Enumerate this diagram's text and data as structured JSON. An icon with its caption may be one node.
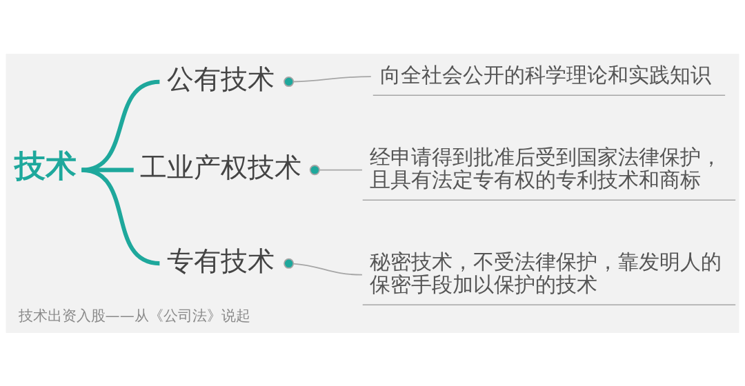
{
  "diagram": {
    "caption": "技术出资入股——从《公司法》说起",
    "nodes": [
      {
        "text": [
          "技术"
        ]
      },
      {
        "text": [
          "公有技术"
        ]
      },
      {
        "text": [
          "工业产权技术"
        ]
      },
      {
        "text": [
          "专有技术"
        ]
      },
      {
        "text": [
          "向全社会公开的科学理论和实践知识"
        ]
      },
      {
        "text": [
          "经申请得到批准后受到国家法律保护，且具有法定专有权的专利技术和商标"
        ]
      },
      {
        "text": [
          "秘密技术，不受法律保护，靠发明人的保密手段加以保护的技术"
        ]
      }
    ],
    "edges": [
      {
        "from": 0,
        "to": 1,
        "arrow": "none",
        "style": "thick",
        "color": "#1ea89c"
      },
      {
        "from": 0,
        "to": 2,
        "arrow": "none",
        "style": "thick",
        "color": "#1ea89c"
      },
      {
        "from": 0,
        "to": 3,
        "arrow": "none",
        "style": "thick",
        "color": "#1ea89c"
      },
      {
        "from": 1,
        "to": 4,
        "arrow": "other",
        "color": "#a6a6a6"
      },
      {
        "from": 2,
        "to": 5,
        "arrow": "other",
        "color": "#a6a6a6"
      },
      {
        "from": 3,
        "to": 6,
        "arrow": "other",
        "color": "#a6a6a6"
      }
    ]
  }
}
